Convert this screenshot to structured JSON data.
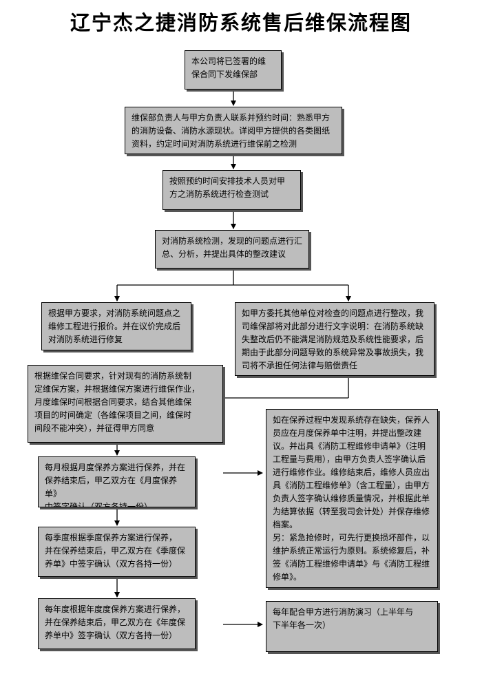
{
  "title": "辽宁杰之捷消防系统售后维保流程图",
  "steps": {
    "s1": "本公司将已签署的维\n保合同下发维保部",
    "s2": "维保部负责人与甲方负责人联系并预约时间：熟悉甲方\n的消防设备、消防水源现状。详阅甲方提供的各类图纸\n资料，约定时间对消防系统进行维保前之检测",
    "s3": "按照预约时间安排技术人员对甲\n方之消防系统进行检查测试",
    "s4": "对消防系统检测，发现的问题点进行汇\n总、分析，并提出具体的整改建议",
    "s5": "根据甲方要求，对消防系统问题点之\n维修工程进行报价。并在议价完成后\n对消防系统进行修复",
    "s6": "如甲方委托其他单位对检查的问题点进行整改，我\n司维保部将对此部分进行文字说明：在消防系统缺\n失整改后仍不能满足消防规范及系统性能要求，后\n期由于此部分问题导致的系统异常及事故损失，我\n司将不承担任何法律与赔偿责任",
    "s7": "根据维保合同要求，针对现有的消防系统制\n定维保方案，并根据维保方案进行维保作业，\n月度维保时间根据合同要求，结合其他维保\n项目的时间确定（各维保项目之间，维保时\n间段不能冲突），并征得甲方同意",
    "s8": "每月根据月度保养方案进行保养，并在\n保养结束后，甲乙双方在《月度保养单》\n中签字确认（双方各持一份）",
    "s9": "如在保养过程中发现系统存在缺失，保养人\n员应在月度保养单中注明，并提出整改建\n议。并出具《消防工程维修申请单》（注明\n工程量与费用），由甲方负责人签字确认后\n进行维修作业。维修结束后，维修人员应出\n具《消防工程维修单》（含工程量），由甲方\n负责人签字确认维修质量情况，并根据此单\n为结算依据（转至我司会计处）并保存维修\n档案。\n另：紧急抢修时，可先行更换损坏部件，以\n维护系统正常运行为原则。系统修复后，补\n签《消防工程维修申请单》与《消防工程维\n修单》。",
    "s10": "每季度根据季度保养方案进行保养，\n并在保养结束后，甲乙双方在《季度保\n养单》中签字确认（双方各持一份）",
    "s11": "每年度根据年度度保养方案进行保养，\n并在保养结束后，甲乙双方在《年度保\n养单中》签字确认（双方各持一份）",
    "s12": "每年配合甲方进行消防演习（上半年与\n下半年各一次）"
  }
}
